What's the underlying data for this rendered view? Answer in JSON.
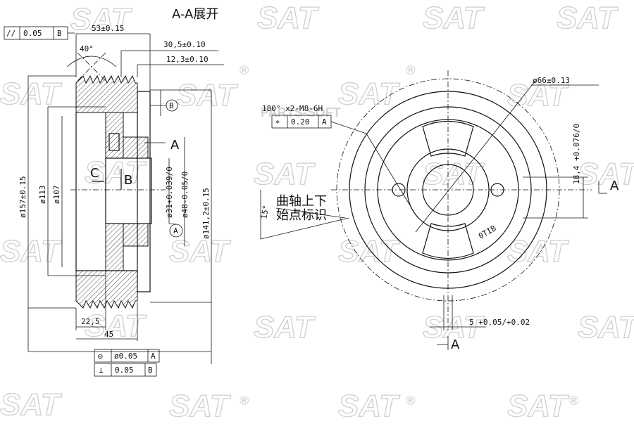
{
  "watermark": {
    "brand": "SAT",
    "reg_mark": "®",
    "site_text": "PARTS-SOFT"
  },
  "section": {
    "title": "A-A展开"
  },
  "left_view": {
    "tol_top": {
      "symbol": "//",
      "value": "0.05",
      "datum": "B"
    },
    "dim_53": "53±0.15",
    "dim_305": "30,5±0.10",
    "dim_123": "12,3±0.10",
    "angle_40": "40°",
    "balloon_b": "B",
    "label_a": "A",
    "label_c": "C",
    "label_b": "B",
    "dim_157": "ø157±0.15",
    "dim_113": "ø113",
    "dim_107": "ø107",
    "dim_31": "ø31+0.039/0",
    "dim_48": "ø48-0.05/0",
    "dim_1412": "ø141,2±0.15",
    "balloon_a": "A",
    "dim_225": "22,5",
    "dim_45": "45",
    "tol_conc": {
      "symbol": "◎",
      "value": "ø0.05",
      "datum": "A"
    },
    "tol_perp": {
      "symbol": "⊥",
      "value": "0.05",
      "datum": "B"
    }
  },
  "right_view": {
    "holes_note": "180° x2-M8-6H",
    "tol_pos": {
      "symbol": "⌖",
      "value": "0.20",
      "datum": "A"
    },
    "dim_66": "ø66±0.13",
    "dim_184": "18,4 +0.076/0",
    "label_a_right": "A",
    "label_a_bottom": "A",
    "mark_text_1": "曲轴上下",
    "mark_text_2": "始点标识",
    "angle_15": "15°",
    "stamp": "0TIB",
    "dim_5": "5 +0.05/+0.02"
  }
}
